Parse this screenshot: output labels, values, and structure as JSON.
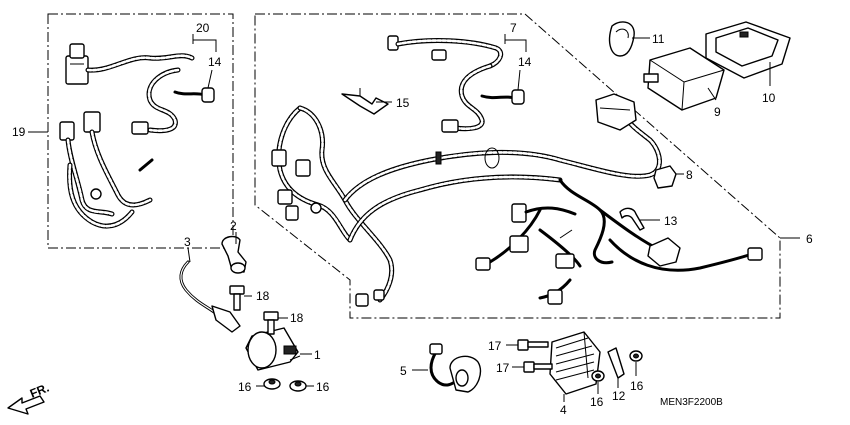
{
  "diagram": {
    "drawing_code": "MEN3F2200B",
    "direction_label": "FR.",
    "callouts": {
      "c1": "1",
      "c2": "2",
      "c3": "3",
      "c4": "4",
      "c5": "5",
      "c6": "6",
      "c7": "7",
      "c8": "8",
      "c9": "9",
      "c10": "10",
      "c11": "11",
      "c12": "12",
      "c13": "13",
      "c14a": "14",
      "c14b": "14",
      "c15": "15",
      "c16a": "16",
      "c16b": "16",
      "c16c": "16",
      "c16d": "16",
      "c17a": "17",
      "c17b": "17",
      "c18a": "18",
      "c18b": "18",
      "c19": "19",
      "c20": "20"
    }
  }
}
